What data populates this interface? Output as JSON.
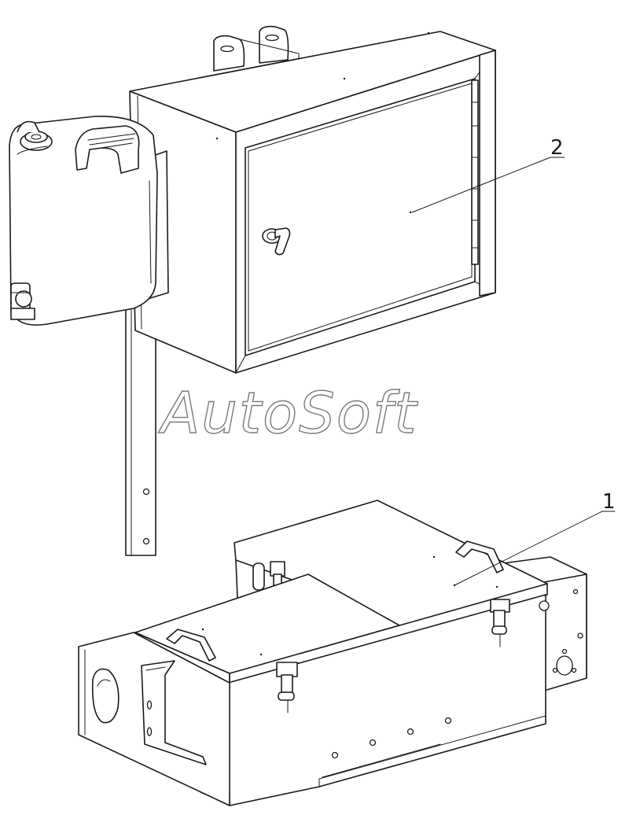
{
  "watermark": {
    "text": "AutoSoft",
    "color": "#7a7a7a"
  },
  "callouts": [
    {
      "label": "1",
      "part": "lower-toolbox"
    },
    {
      "label": "2",
      "part": "upper-cabinet"
    }
  ],
  "colors": {
    "line": "#1a1a1a",
    "background": "#ffffff"
  }
}
